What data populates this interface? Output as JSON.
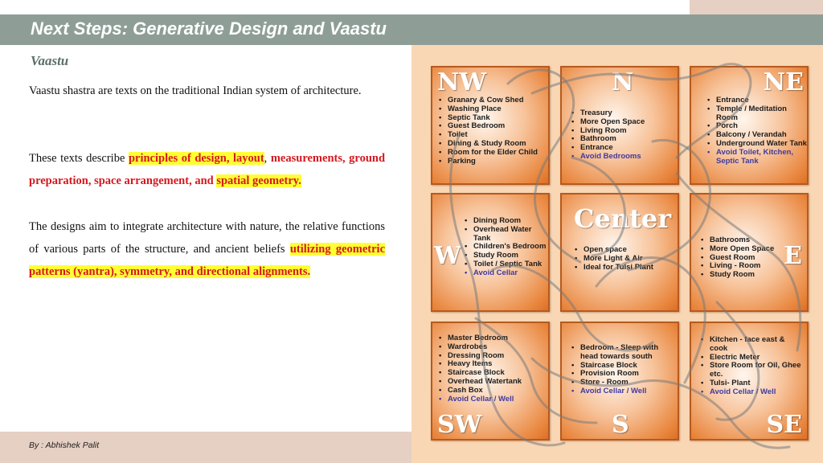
{
  "header": {
    "title": "Next Steps: Generative Design and Vaastu"
  },
  "section": {
    "title": "Vaastu"
  },
  "paragraphs": {
    "p1": "Vaastu shastra are texts on the traditional Indian system of architecture.",
    "p2": {
      "intro": "These texts describe ",
      "hl1": "principles of design, layout",
      "sep1": ", ",
      "mid": "measurements, ground preparation, space arrangement, and ",
      "hl2": "spatial geometry."
    },
    "p3": {
      "intro": "The designs aim to integrate architecture with nature, the relative functions of various parts of the structure, and ancient beliefs ",
      "hl": "utilizing geometric patterns (yantra), symmetry, and directional alignments."
    }
  },
  "footer": {
    "author": "By : Abhishek Palit"
  },
  "vastu_grid": {
    "nw": {
      "label": "NW",
      "items": [
        "Granary & Cow Shed",
        "Washing Place",
        "Septic Tank",
        "Guest Bedroom",
        "Toilet",
        "Dining & Study Room",
        "Room for the Elder Child",
        "Parking"
      ],
      "avoid": ""
    },
    "n": {
      "label": "N",
      "items": [
        "Treasury",
        "More Open Space",
        "Living Room",
        "Bathroom",
        "Entrance"
      ],
      "avoid": "Avoid Bedrooms"
    },
    "ne": {
      "label": "NE",
      "items": [
        "Entrance",
        "Temple / Meditation Room",
        "Porch",
        "Balcony / Verandah",
        "Underground Water Tank"
      ],
      "avoid": "Avoid Toilet, Kitchen, Septic Tank"
    },
    "w": {
      "label": "W",
      "items": [
        "Dining Room",
        "Overhead Water Tank",
        "Children's Bedroom",
        "Study Room",
        "Toilet / Septic Tank"
      ],
      "avoid": "Avoid Cellar"
    },
    "center": {
      "label": "Center",
      "items": [
        "Open space",
        "More Light & Air",
        "Ideal for Tulsi Plant"
      ],
      "avoid": ""
    },
    "e": {
      "label": "E",
      "items": [
        "Bathrooms",
        "More Open Space",
        "Guest Room",
        "Living - Room",
        "Study Room"
      ],
      "avoid": ""
    },
    "sw": {
      "label": "SW",
      "items": [
        "Master Bedroom",
        "Wardrobes",
        "Dressing Room",
        "Heavy Items",
        "Staircase Block",
        "Overhead Watertank",
        "Cash Box"
      ],
      "avoid": "Avoid Cellar / Well"
    },
    "s": {
      "label": "S",
      "items": [
        "Bedroom - Sleep with head towards south",
        "Staircase Block",
        "Provision Room",
        "Store - Room"
      ],
      "avoid": "Avoid Cellar / Well"
    },
    "se": {
      "label": "SE",
      "items": [
        "Kitchen - face east & cook",
        "Electric Meter",
        "Store Room for Oil, Ghee etc.",
        "Tulsi- Plant"
      ],
      "avoid": "Avoid Cellar / Well"
    }
  },
  "colors": {
    "title_bar": "#8e9e97",
    "accent_band": "#e6cfc3",
    "highlight": "#ffff33",
    "emphasis_red": "#d5181f",
    "panel_bg": "#f9d7b5",
    "cell_orange": "#e9873f",
    "avoid_text": "#3f3aa0"
  }
}
